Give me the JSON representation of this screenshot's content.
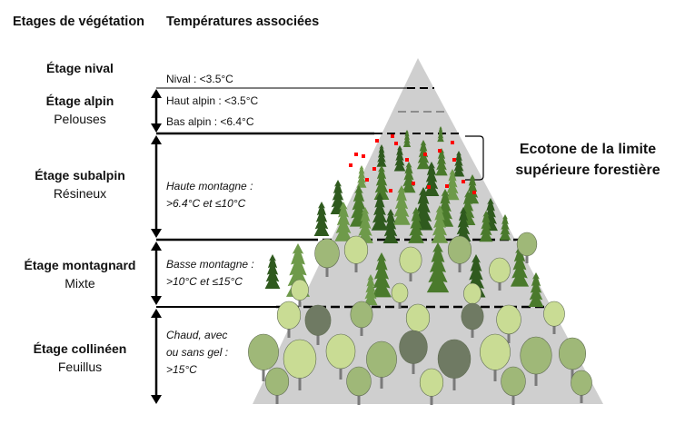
{
  "headers": {
    "zones": "Etages de végétation",
    "temps": "Températures associées"
  },
  "zones": [
    {
      "name": "Étage nival",
      "sub": ""
    },
    {
      "name": "Étage alpin",
      "sub": "Pelouses"
    },
    {
      "name": "Étage subalpin",
      "sub": "Résineux"
    },
    {
      "name": "Étage montagnard",
      "sub": "Mixte"
    },
    {
      "name": "Étage collinéen",
      "sub": "Feuillus"
    }
  ],
  "temperatures": {
    "nival": "Nival : <3.5°C",
    "haut_alpin": "Haut alpin : <3.5°C",
    "bas_alpin": "Bas alpin : <6.4°C",
    "subalpin_1": "Haute montagne :",
    "subalpin_2": ">6.4°C et ≤10°C",
    "montagnard_1": "Basse montagne :",
    "montagnard_2": ">10°C et ≤15°C",
    "collineen_1": "Chaud, avec",
    "collineen_2": "ou sans gel :",
    "collineen_3": ">15°C"
  },
  "ecotone": {
    "line1": "Ecotone de la limite",
    "line2": "supérieure forestière"
  },
  "colors": {
    "mountain": "#cfcfcf",
    "conifer_dark": "#2f5a1e",
    "conifer_mid": "#4a7a2c",
    "conifer_light": "#6e9a4a",
    "broadleaf_light": "#c9dc94",
    "broadleaf_mid": "#9fb878",
    "broadleaf_gray": "#6f7a63",
    "ecotone_dots": "#ff0000",
    "lines": "#000000"
  }
}
